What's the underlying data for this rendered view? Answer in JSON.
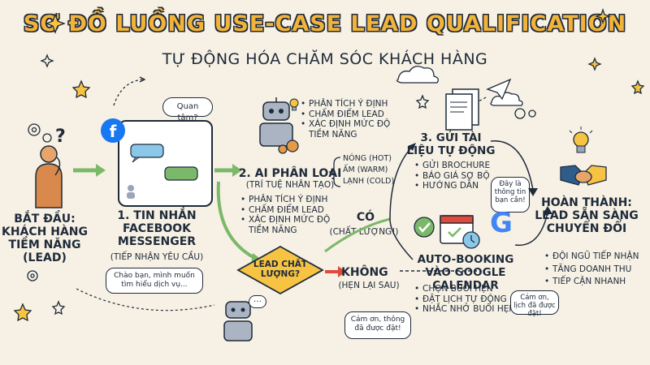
{
  "title": "SƠ ĐỒ LUỒNG USE-CASE LEAD QUALIFICATION",
  "subtitle": "TỰ ĐỘNG HÓA CHĂM SÓC KHÁCH HÀNG",
  "start": {
    "lines": [
      "BẮT ĐẦU:",
      "KHÁCH HÀNG",
      "TIỀM NĂNG",
      "(LEAD)"
    ]
  },
  "quan_tam_bubble": "Quan tâm?",
  "messenger": {
    "lines": [
      "1. TIN NHẮN",
      "FACEBOOK",
      "MESSENGER"
    ],
    "sub": "(TIẾP NHẬN YÊU CẦU)",
    "chat_bubble": "Chào bạn, mình muốn tìm hiểu dịch vụ..."
  },
  "robot_top_bullets": [
    "PHÂN TÍCH Ý ĐỊNH",
    "CHẤM ĐIỂM LEAD",
    "XÁC ĐỊNH MỨC ĐỘ TIỀM NĂNG"
  ],
  "ai_classify": {
    "title": "2. AI PHÂN LOẠI",
    "sub": "(TRÍ TUỆ NHÂN TẠO)",
    "levels": [
      "NÓNG (HOT)",
      "ẤM (WARM)",
      "LẠNH (COLD)"
    ],
    "bullets": [
      "PHÂN TÍCH Ý ĐỊNH",
      "CHẤM ĐIỂM LEAD",
      "XÁC ĐỊNH MỨC ĐỘ TIỀM NĂNG"
    ]
  },
  "decision": {
    "text": "LEAD CHẤT LƯỢNG?"
  },
  "yes": {
    "label": "CÓ",
    "sub": "(CHẤT LƯỢNG!)"
  },
  "no": {
    "label": "KHÔNG",
    "sub": "(HẸN LẠI SAU)"
  },
  "send_docs": {
    "title": "3. GỬI TÀI LIỆU TỰ ĐỘNG",
    "bullets": [
      "GỬI BROCHURE",
      "BÁO GIÁ SƠ BỘ",
      "HƯỚNG DẪN"
    ],
    "bubble": "Đây là thông tin bạn cần!"
  },
  "booking": {
    "title": "AUTO-BOOKING VÀO GOOGLE CALENDAR",
    "bullets": [
      "CHỌN BUỔI HẸN",
      "ĐẶT LỊCH TỰ ĐỘNG",
      "NHẮC NHỞ BUỔI HẸN"
    ],
    "bubble": "Cảm ơn, lịch đã được đặt!"
  },
  "bottom_bubble": "Cảm ơn, thông đã được đặt!",
  "finish": {
    "title": "HOÀN THÀNH: LEAD SẴN SÀNG CHUYỂN ĐỔI",
    "bullets": [
      "ĐỘI NGŨ TIẾP NHẬN",
      "TĂNG DOANH THU",
      "TIẾP CẬN NHANH"
    ]
  },
  "google_logo": "G",
  "colors": {
    "accent_yellow": "#f2b33a",
    "ink": "#1f2a3a",
    "arrow_green": "#7cb86a",
    "arrow_red": "#e04a3a",
    "decision_fill": "#f6c343",
    "facebook_blue": "#1877f2"
  }
}
